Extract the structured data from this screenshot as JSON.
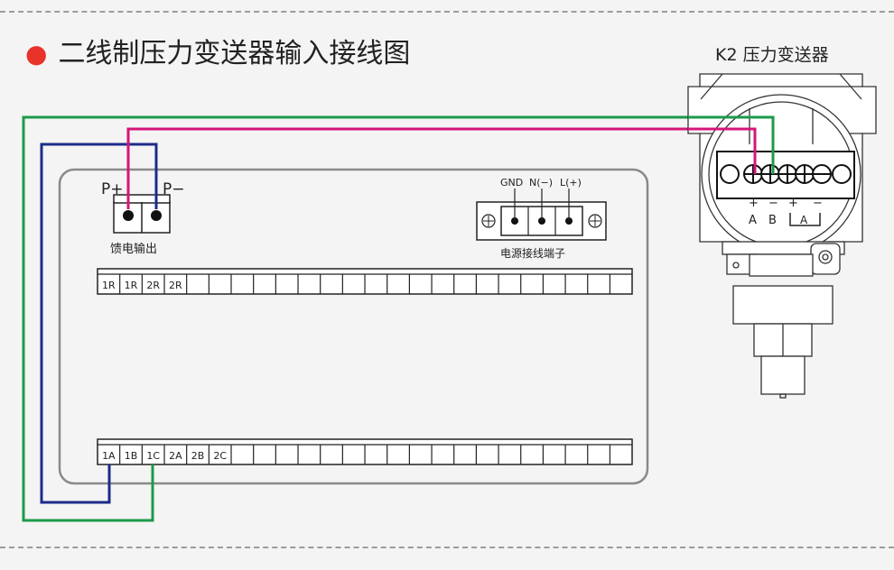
{
  "title": "二线制压力变送器输入接线图",
  "transmitter_label": "K2 压力变送器",
  "feed_output": {
    "pos_label": "P+",
    "neg_label": "P−",
    "caption": "馈电输出"
  },
  "power_block": {
    "labels": [
      "GND",
      "N(−)",
      "L(+)"
    ],
    "caption": "电源接线端子"
  },
  "top_terminal_labels": [
    "1R",
    "1R",
    "2R",
    "2R",
    "",
    "",
    "",
    "",
    "",
    "",
    "",
    "",
    "",
    "",
    "",
    "",
    "",
    "",
    "",
    "",
    "",
    "",
    "",
    ""
  ],
  "bottom_terminal_labels": [
    "1A",
    "1B",
    "1C",
    "2A",
    "2B",
    "2C",
    "",
    "",
    "",
    "",
    "",
    "",
    "",
    "",
    "",
    "",
    "",
    "",
    "",
    "",
    "",
    "",
    "",
    ""
  ],
  "transmitter_terminals": {
    "signs": [
      "+",
      "−",
      "+",
      "−"
    ],
    "letters": [
      "A",
      "B",
      "A"
    ]
  },
  "colors": {
    "wire_green": "#1b9a48",
    "wire_blue": "#1e2b8a",
    "wire_magenta": "#d4157a",
    "bullet": "#e8322a"
  }
}
